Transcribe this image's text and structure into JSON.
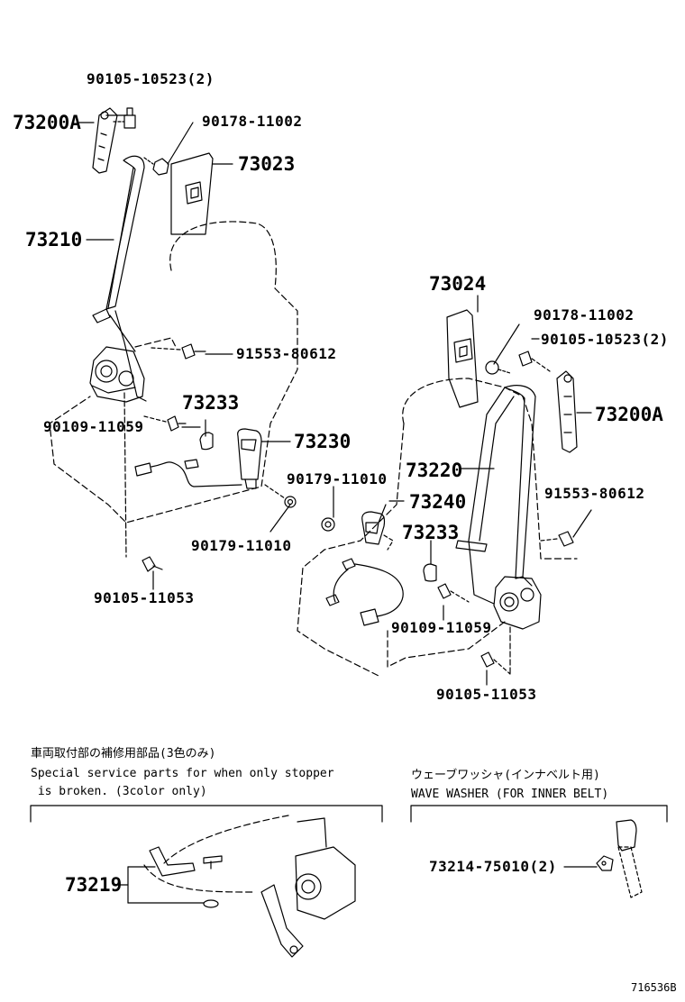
{
  "labels": {
    "p_90105_10523_top": "90105-10523(2)",
    "p_73200A_left": "73200A",
    "p_90178_11002_left": "90178-11002",
    "p_73023": "73023",
    "p_73210": "73210",
    "p_91553_80612_left": "91553-80612",
    "p_73233_left": "73233",
    "p_90109_11059_left": "90109-11059",
    "p_73230": "73230",
    "p_90179_11010_low": "90179-11010",
    "p_90105_11053_left": "90105-11053",
    "p_73024": "73024",
    "p_90178_11002_right": "90178-11002",
    "p_90105_10523_right": "90105-10523(2)",
    "p_73200A_right": "73200A",
    "p_90179_11010_mid": "90179-11010",
    "p_73220": "73220",
    "p_73240": "73240",
    "p_91553_80612_right": "91553-80612",
    "p_73233_right": "73233",
    "p_90109_11059_right": "90109-11059",
    "p_90105_11053_right": "90105-11053",
    "p_73219": "73219",
    "p_73214_75010": "73214-75010(2)"
  },
  "notes": {
    "service_jp": "車両取付部の補修用部品(3色のみ)",
    "service_en_1": "Special service parts for when only stopper",
    "service_en_2": " is broken. (3color only)",
    "washer_jp": "ウェーブワッシャ(インナベルト用)",
    "washer_en": "WAVE WASHER (FOR INNER BELT)"
  },
  "diagram_code": "716536B"
}
